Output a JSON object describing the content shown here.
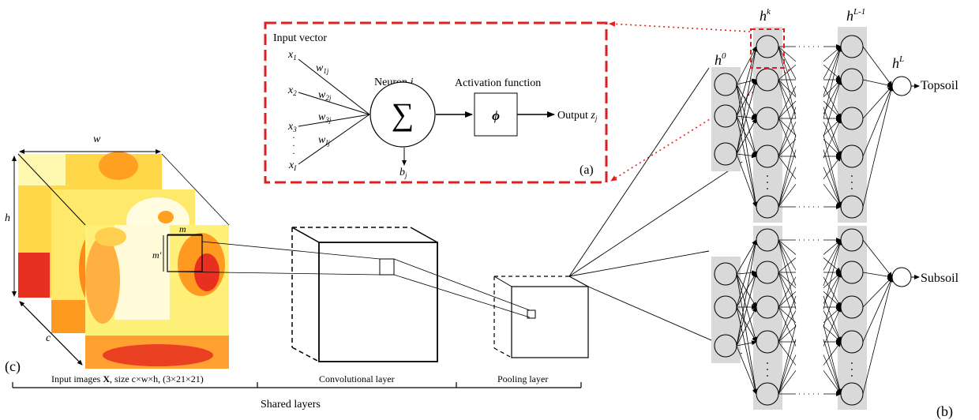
{
  "panel_a": {
    "title": "Input vector",
    "inputs": [
      {
        "var": "x",
        "sub": "1",
        "weight": "w",
        "wsub": "1j"
      },
      {
        "var": "x",
        "sub": "2",
        "weight": "w",
        "wsub": "2j"
      },
      {
        "var": "x",
        "sub": "3",
        "weight": "w",
        "wsub": "3j"
      },
      {
        "var": "x",
        "sub": "I",
        "weight": "w",
        "wsub": "Ij"
      }
    ],
    "neuron_label": "Neuron ",
    "neuron_var": "j",
    "sum_symbol": "∑",
    "bias": "b",
    "bias_sub": "j",
    "activation_label": "Activation function",
    "activation_symbol": "ϕ",
    "output_label": "Output ",
    "output_var": "z",
    "output_sub": "j",
    "panel_tag": "(a)",
    "border_color": "#e02020"
  },
  "panel_b": {
    "layer_h0": "h",
    "layer_h0_sup": "0",
    "layer_hk": "h",
    "layer_hk_sup": "k",
    "layer_hL1": "h",
    "layer_hL1_sup": "L-1",
    "layer_hL": "h",
    "layer_hL_sup": "L",
    "outputs": [
      "Topsoil",
      "Subsoil"
    ],
    "panel_tag": "(b)",
    "column_color": "#d9d9d9"
  },
  "panel_c": {
    "dim_w": "w",
    "dim_h": "h",
    "dim_c": "c",
    "kernel_m": "m",
    "kernel_mp": "m'",
    "panel_tag": "(c)",
    "caption_input_pre": "Input images ",
    "caption_input_bold": "X",
    "caption_input_post": ", size c×w×h, (3×21×21)",
    "caption_conv": "Convolutional layer",
    "caption_pool": "Pooling layer",
    "shared_label": "Shared layers"
  }
}
